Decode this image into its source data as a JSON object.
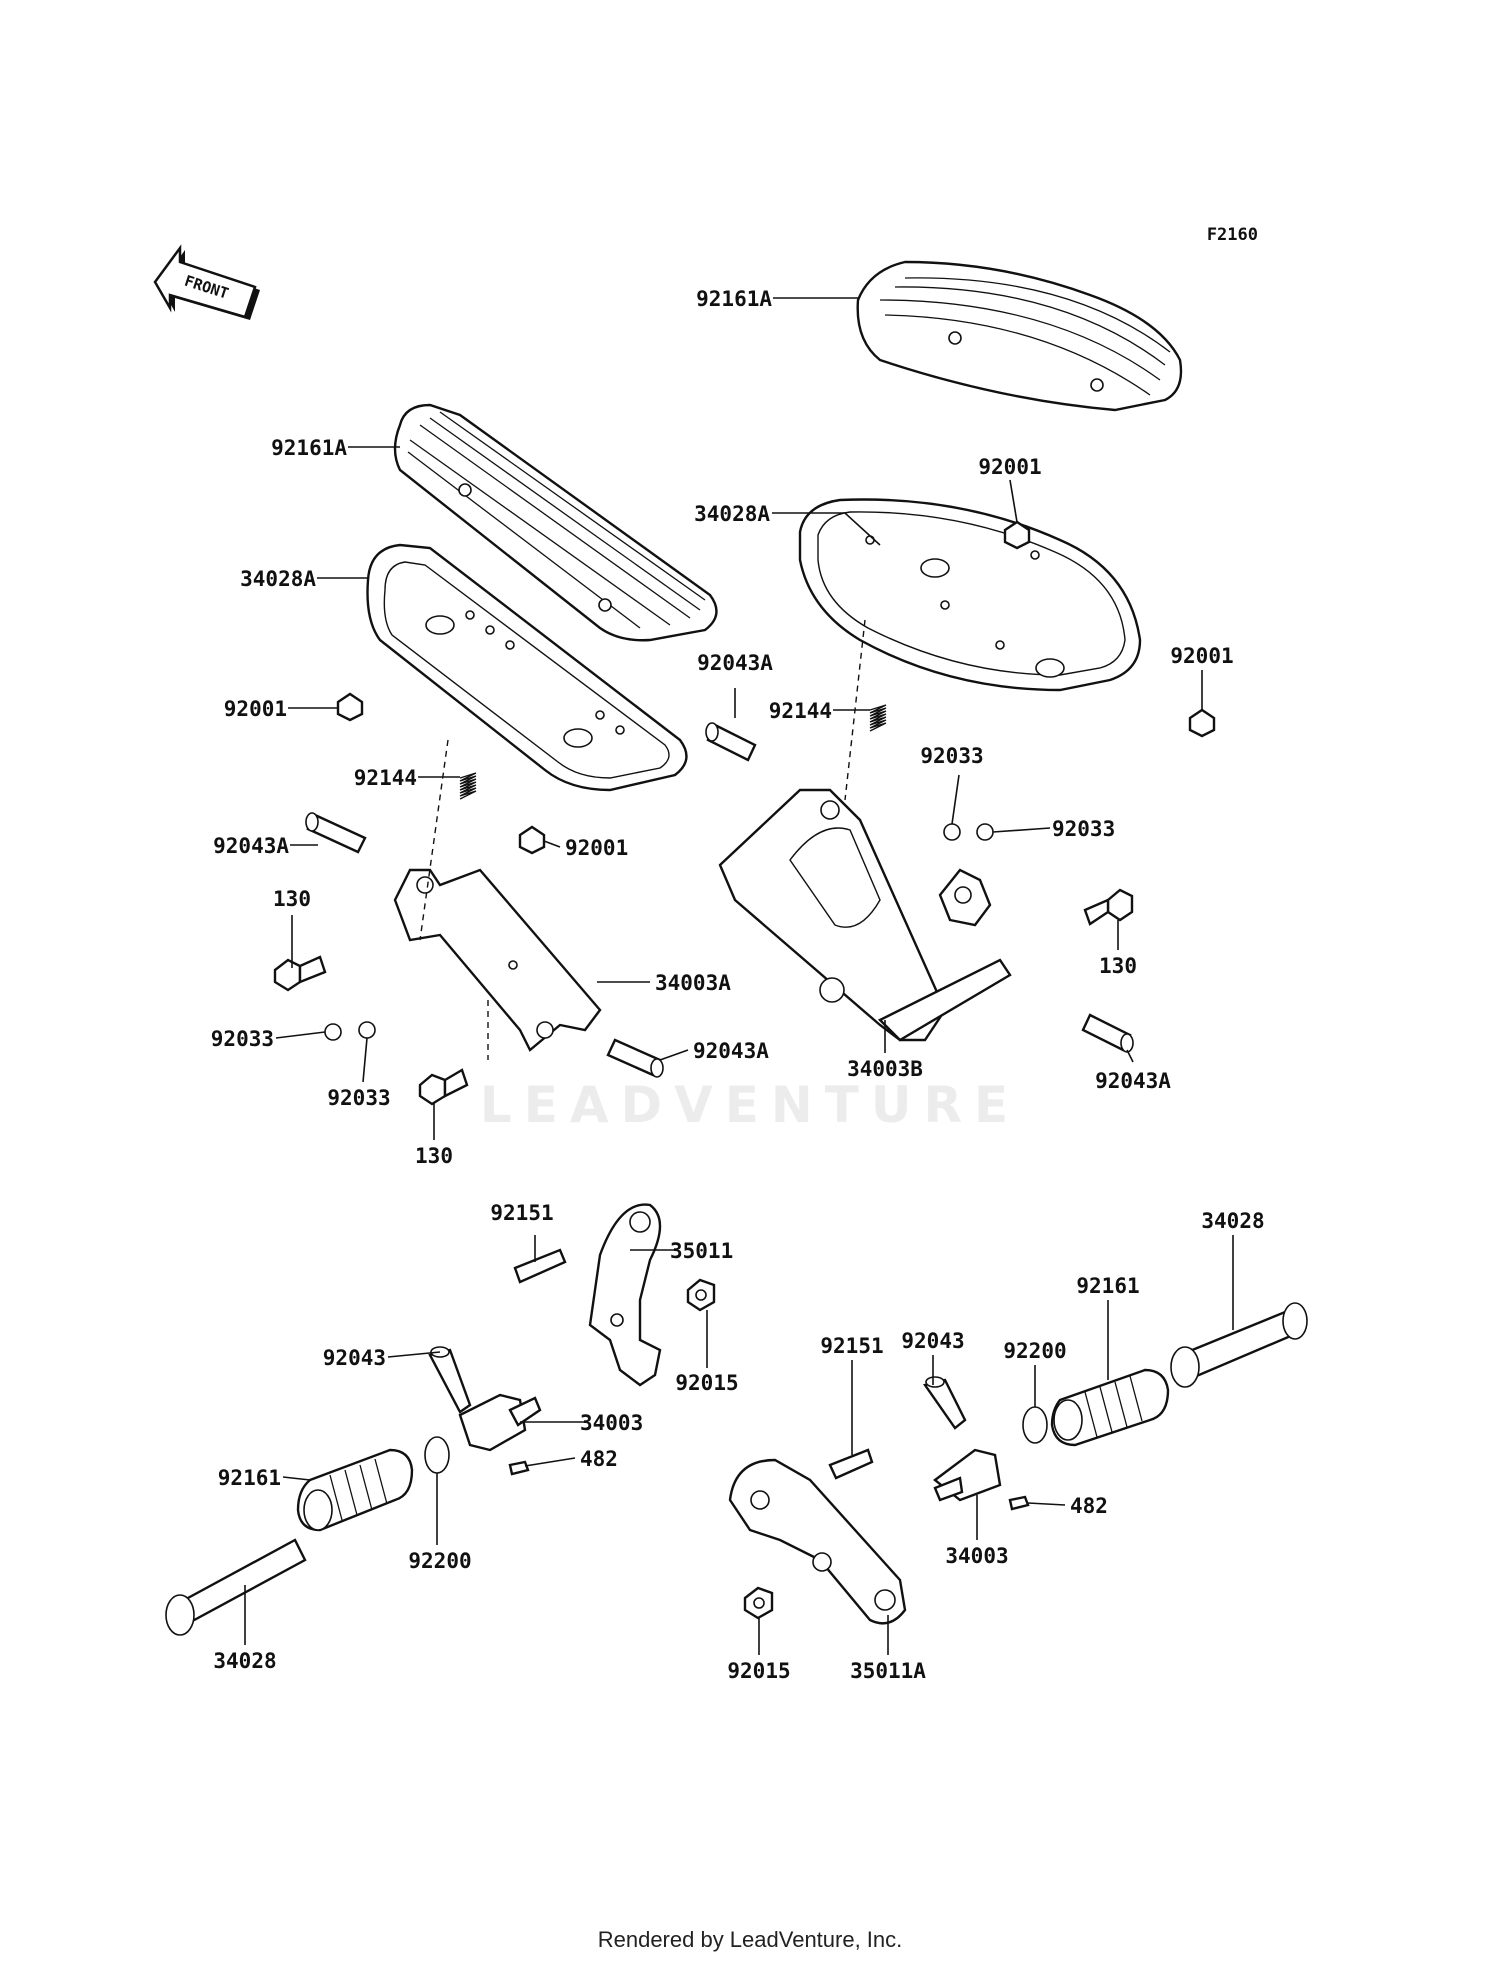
{
  "diagram": {
    "figure_code": "F2160",
    "front_arrow": "FRONT",
    "watermark": "LEADVENTURE",
    "footer": "Rendered by LeadVenture, Inc.",
    "labels": [
      {
        "id": "l01",
        "text": "92161A"
      },
      {
        "id": "l02",
        "text": "92161A"
      },
      {
        "id": "l03",
        "text": "34028A"
      },
      {
        "id": "l04",
        "text": "34028A"
      },
      {
        "id": "l05",
        "text": "92001"
      },
      {
        "id": "l06",
        "text": "92001"
      },
      {
        "id": "l07",
        "text": "92001"
      },
      {
        "id": "l08",
        "text": "92001"
      },
      {
        "id": "l09",
        "text": "92144"
      },
      {
        "id": "l10",
        "text": "92144"
      },
      {
        "id": "l11",
        "text": "92043A"
      },
      {
        "id": "l12",
        "text": "92043A"
      },
      {
        "id": "l13",
        "text": "92043A"
      },
      {
        "id": "l14",
        "text": "92043A"
      },
      {
        "id": "l15",
        "text": "130"
      },
      {
        "id": "l16",
        "text": "130"
      },
      {
        "id": "l17",
        "text": "130"
      },
      {
        "id": "l18",
        "text": "92033"
      },
      {
        "id": "l19",
        "text": "92033"
      },
      {
        "id": "l20",
        "text": "92033"
      },
      {
        "id": "l21",
        "text": "92033"
      },
      {
        "id": "l22",
        "text": "34003A"
      },
      {
        "id": "l23",
        "text": "34003B"
      },
      {
        "id": "l24",
        "text": "92151"
      },
      {
        "id": "l25",
        "text": "35011"
      },
      {
        "id": "l26",
        "text": "92015"
      },
      {
        "id": "l27",
        "text": "92043"
      },
      {
        "id": "l28",
        "text": "34003"
      },
      {
        "id": "l29",
        "text": "482"
      },
      {
        "id": "l30",
        "text": "92161"
      },
      {
        "id": "l31",
        "text": "92200"
      },
      {
        "id": "l32",
        "text": "34028"
      },
      {
        "id": "l33",
        "text": "92151"
      },
      {
        "id": "l34",
        "text": "92043"
      },
      {
        "id": "l35",
        "text": "92200"
      },
      {
        "id": "l36",
        "text": "92161"
      },
      {
        "id": "l37",
        "text": "34028"
      },
      {
        "id": "l38",
        "text": "482"
      },
      {
        "id": "l39",
        "text": "34003"
      },
      {
        "id": "l40",
        "text": "92015"
      },
      {
        "id": "l41",
        "text": "35011A"
      }
    ]
  }
}
